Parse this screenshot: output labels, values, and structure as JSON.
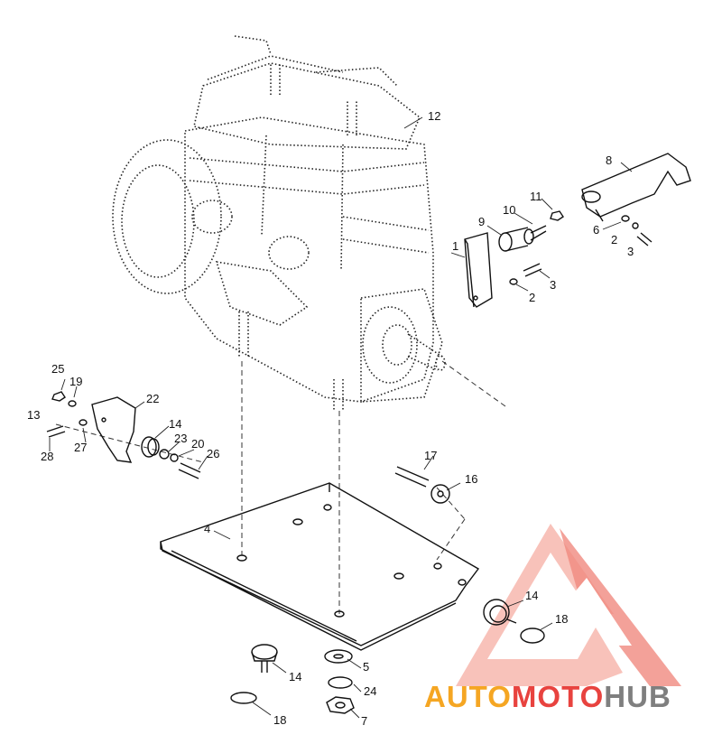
{
  "callouts": [
    "1",
    "2",
    "3",
    "4",
    "5",
    "6",
    "7",
    "8",
    "9",
    "10",
    "11",
    "12",
    "13",
    "14",
    "16",
    "17",
    "18",
    "19",
    "20",
    "22",
    "23",
    "24",
    "25",
    "26",
    "27",
    "28"
  ],
  "watermark": {
    "part1": "AUTO",
    "part2": "MOTO",
    "part3": "HUB",
    "color1": "#f5a623",
    "color2": "#e8433f",
    "color3": "#7f7f7f"
  },
  "colors": {
    "line": "#111111",
    "logo_red": "#e8433f",
    "logo_pink": "#f7b7ae"
  }
}
